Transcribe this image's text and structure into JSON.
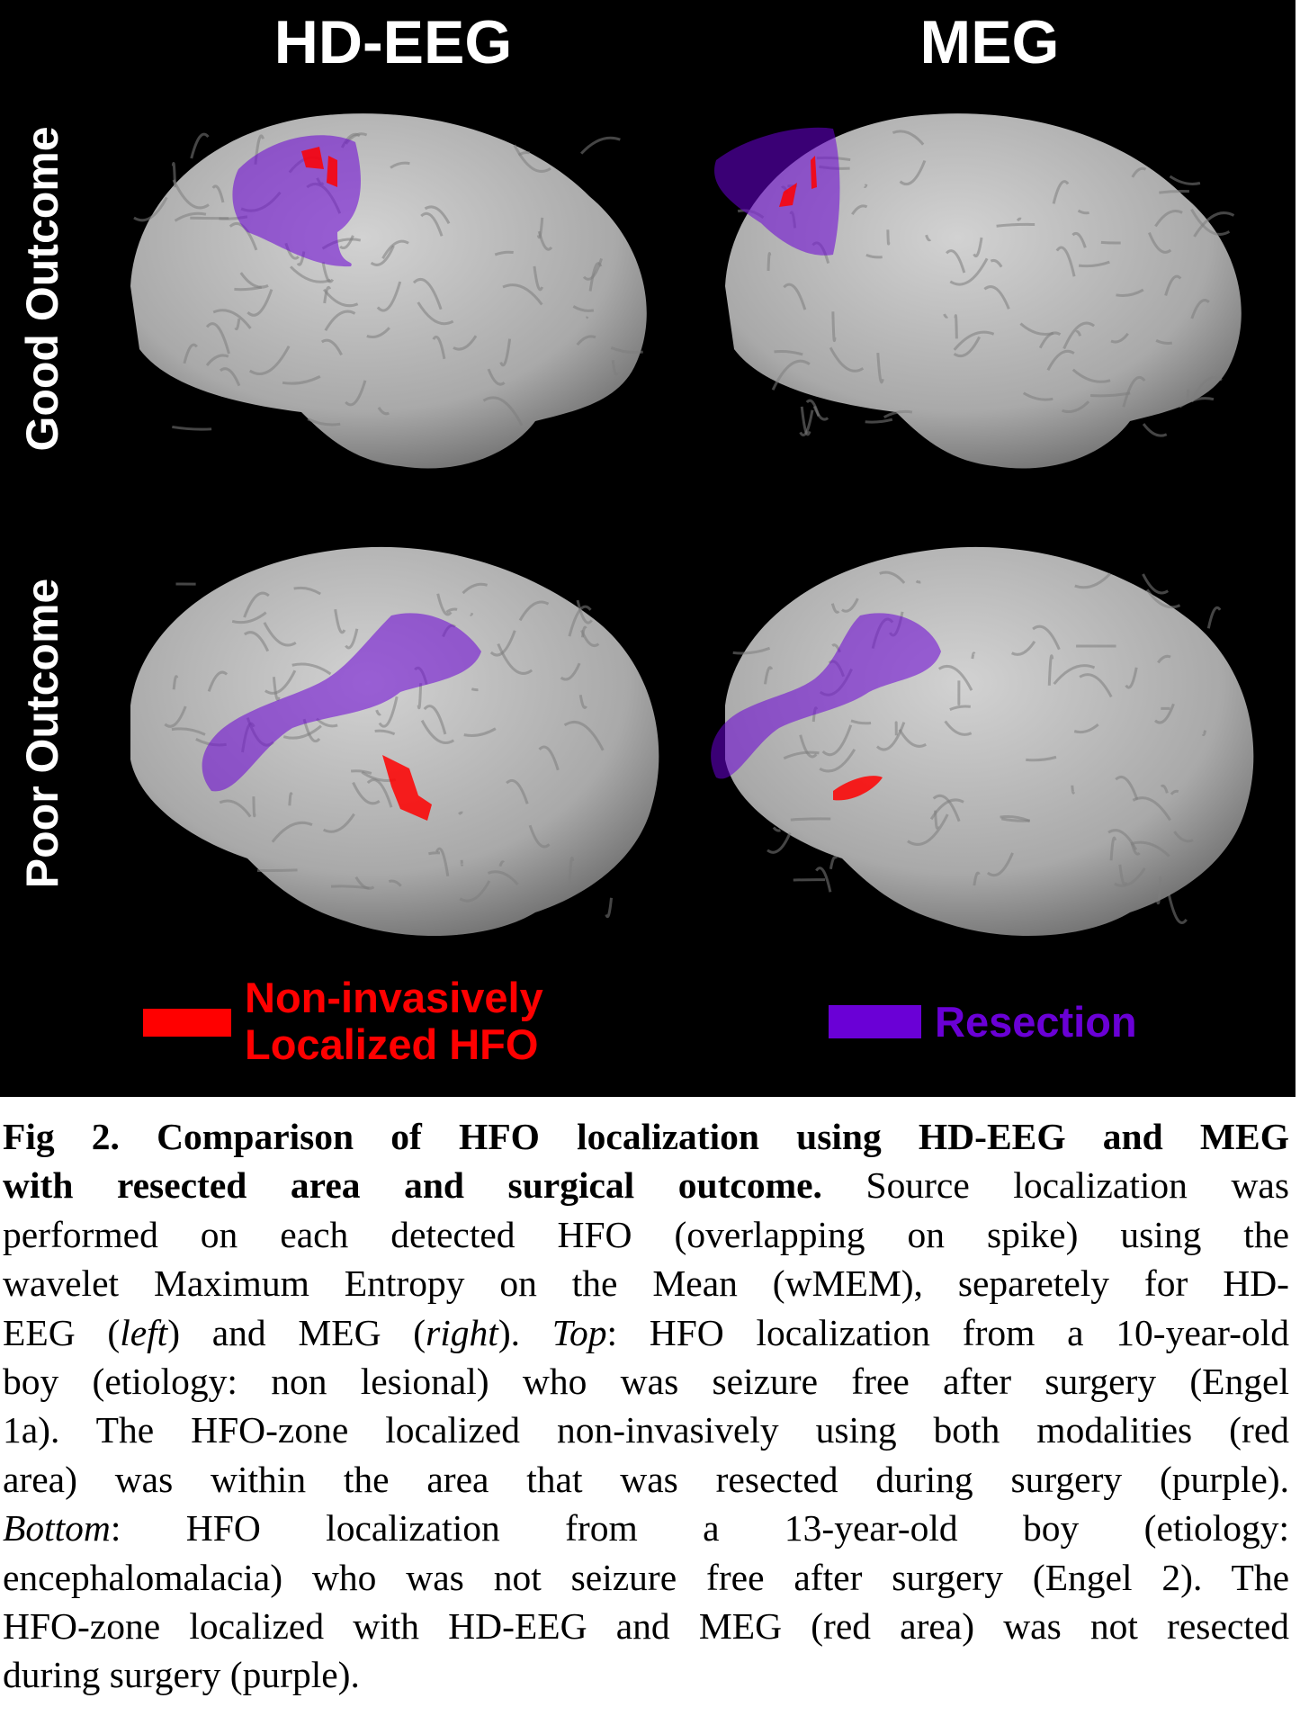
{
  "figure": {
    "column_titles": [
      "HD-EEG",
      "MEG"
    ],
    "row_labels": [
      "Good Outcome",
      "Poor Outcome"
    ],
    "legend": {
      "hfo_line1": "Non-invasively",
      "hfo_line2": "Localized HFO",
      "resection": "Resection"
    },
    "colors": {
      "hfo": "#ff0000",
      "resection": "#6a00d6",
      "brain": "#b8b8b8",
      "background": "#000000"
    }
  },
  "caption": {
    "lines": [
      [
        {
          "t": "Fig 2. Comparison of HFO localization using HD-EEG and MEG",
          "s": "b"
        }
      ],
      [
        {
          "t": "with resected area and surgical outcome.",
          "s": "b"
        },
        {
          "t": " Source localization was",
          "s": ""
        }
      ],
      [
        {
          "t": "performed on each detected HFO (overlapping on spike) using the",
          "s": ""
        }
      ],
      [
        {
          "t": "wavelet Maximum Entropy on the Mean (wMEM), separetely for HD-",
          "s": ""
        }
      ],
      [
        {
          "t": "EEG (",
          "s": ""
        },
        {
          "t": "left",
          "s": "i"
        },
        {
          "t": ") and MEG (",
          "s": ""
        },
        {
          "t": "right",
          "s": "i"
        },
        {
          "t": "). ",
          "s": ""
        },
        {
          "t": "Top",
          "s": "i"
        },
        {
          "t": ": HFO localization from a 10-year-old",
          "s": ""
        }
      ],
      [
        {
          "t": "boy (etiology: non lesional) who was seizure free after surgery (Engel",
          "s": ""
        }
      ],
      [
        {
          "t": "1a). The HFO-zone localized non-invasively using both modalities (red",
          "s": ""
        }
      ],
      [
        {
          "t": "area) was within the area that was resected during surgery (purple).",
          "s": ""
        }
      ],
      [
        {
          "t": "Bottom",
          "s": "i"
        },
        {
          "t": ": HFO localization from a 13-year-old boy (etiology:",
          "s": ""
        }
      ],
      [
        {
          "t": "encephalomalacia) who was not seizure free after surgery (Engel 2). The",
          "s": ""
        }
      ],
      [
        {
          "t": "HFO-zone localized with HD-EEG and MEG (red area) was not resected",
          "s": ""
        }
      ],
      [
        {
          "t": "during surgery (purple).",
          "s": ""
        }
      ]
    ]
  }
}
